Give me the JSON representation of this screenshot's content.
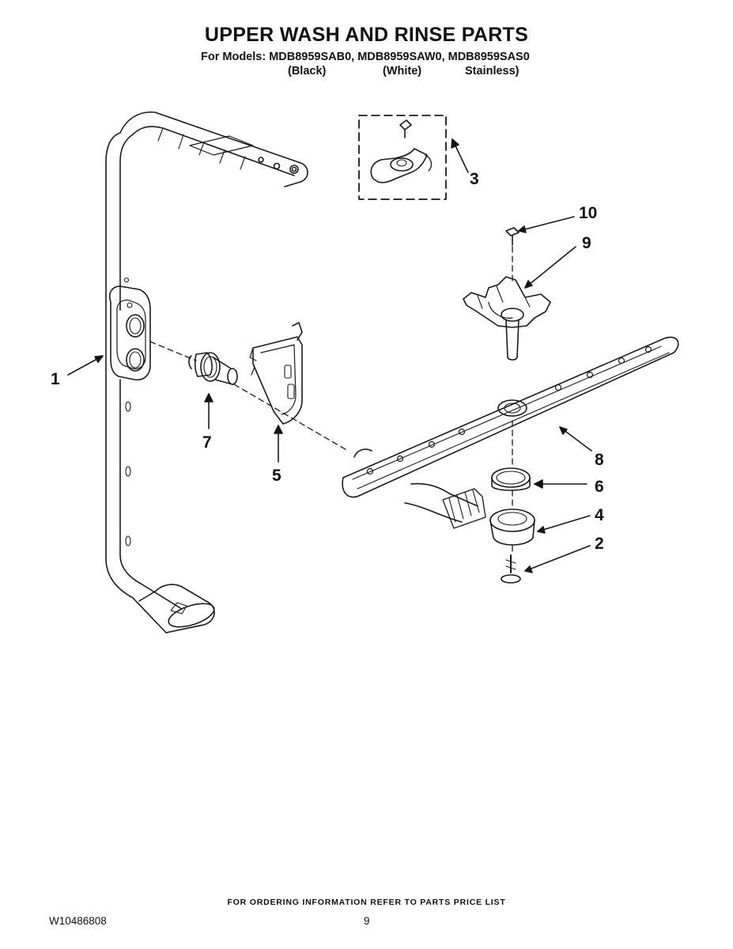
{
  "header": {
    "title": "UPPER WASH AND RINSE PARTS",
    "models_line": "For Models: MDB8959SAB0, MDB8959SAW0, MDB8959SAS0",
    "variants": [
      "(Black)",
      "(White)",
      "Stainless)"
    ]
  },
  "callouts": {
    "c1": "1",
    "c2": "2",
    "c3": "3",
    "c4": "4",
    "c5": "5",
    "c6": "6",
    "c7": "7",
    "c8": "8",
    "c9": "9",
    "c10": "10"
  },
  "footer": {
    "ordering_note": "FOR ORDERING INFORMATION REFER TO PARTS PRICE LIST",
    "document_number": "W10486808",
    "page_number": "9"
  }
}
